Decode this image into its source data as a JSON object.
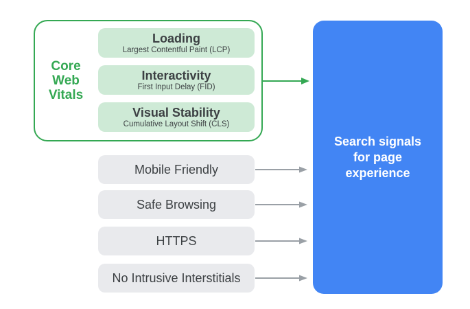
{
  "diagram": {
    "core_web_vitals": {
      "label_lines": [
        "Core",
        "Web",
        "Vitals"
      ],
      "items": [
        {
          "title": "Loading",
          "subtitle": "Largest Contentful Paint (LCP)"
        },
        {
          "title": "Interactivity",
          "subtitle": "First Input Delay (FID)"
        },
        {
          "title": "Visual Stability",
          "subtitle": "Cumulative Layout Shift (CLS)"
        }
      ]
    },
    "other_signals": [
      {
        "label": "Mobile Friendly"
      },
      {
        "label": "Safe Browsing"
      },
      {
        "label": "HTTPS"
      },
      {
        "label": "No Intrusive Interstitials"
      }
    ],
    "result": {
      "lines": [
        "Search signals",
        "for page",
        "experience"
      ]
    }
  },
  "colors": {
    "green": "#34a853",
    "light_green": "#ceead6",
    "blue": "#4285f4",
    "light_gray": "#e9eaed",
    "arrow_gray": "#9aa0a6",
    "text_dark": "#3c4043",
    "text_white": "#ffffff"
  }
}
